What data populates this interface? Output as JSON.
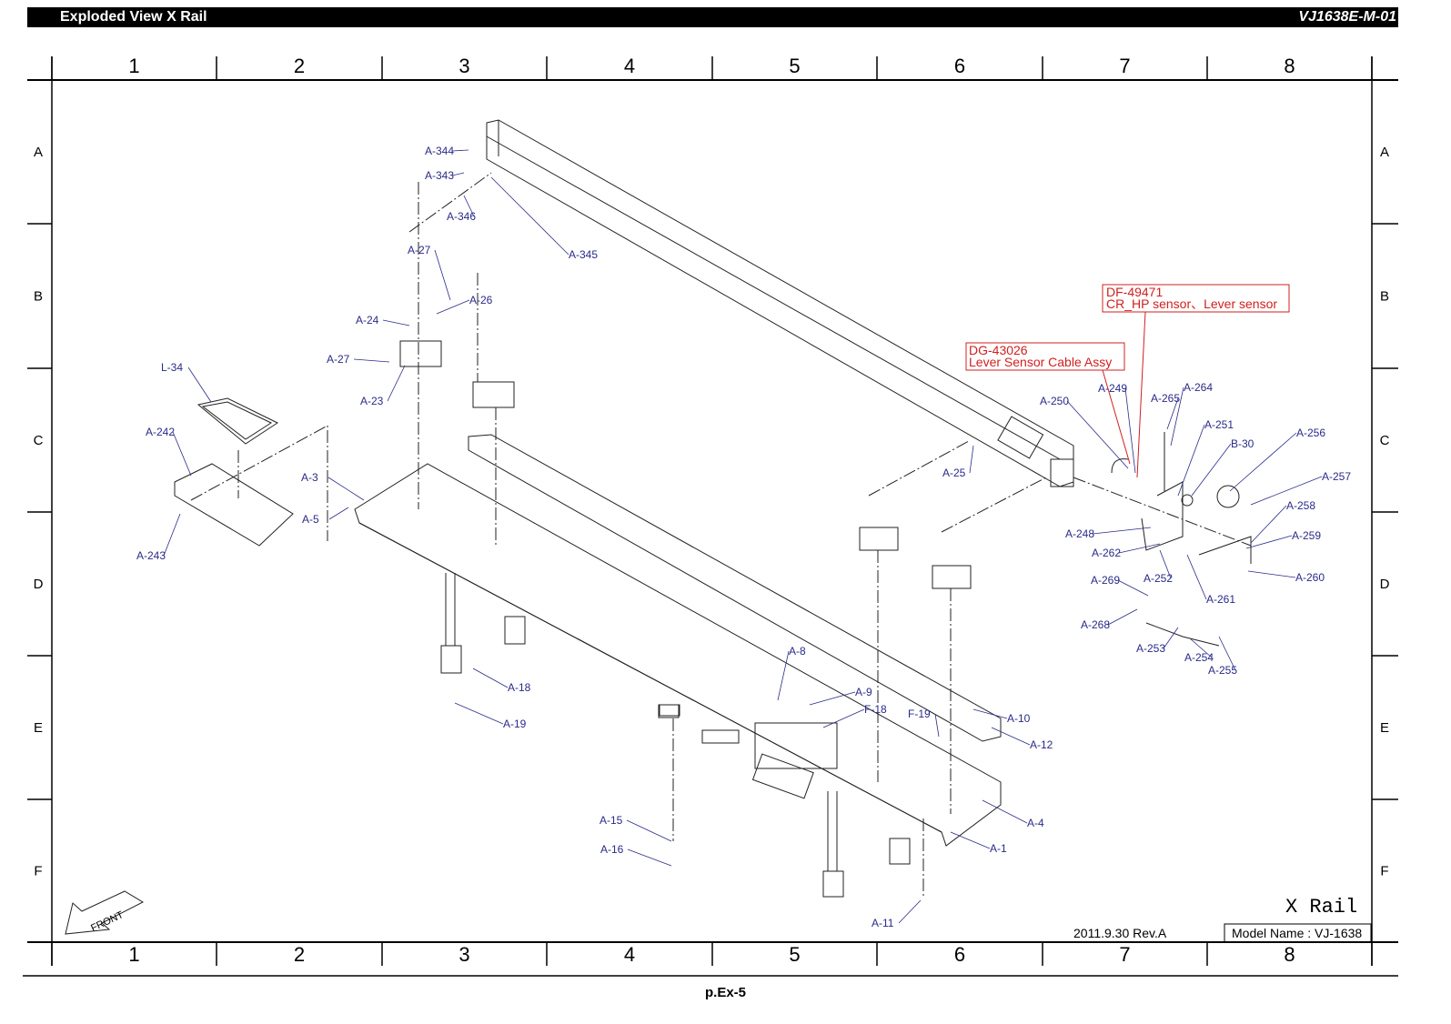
{
  "header": {
    "title": "Exploded View X Rail",
    "code": "VJ1638E-M-01"
  },
  "columns": [
    "1",
    "2",
    "3",
    "4",
    "5",
    "6",
    "7",
    "8"
  ],
  "rows": [
    "A",
    "B",
    "C",
    "D",
    "E",
    "F"
  ],
  "callouts": {
    "df": {
      "code": "DF-49471",
      "desc": "CR_HP sensor、Lever sensor"
    },
    "dg": {
      "code": "DG-43026",
      "desc": "Lever Sensor Cable Assy"
    }
  },
  "labels": [
    "A-344",
    "A-343",
    "A-346",
    "A-345",
    "A-27",
    "A-26",
    "A-24",
    "A-27",
    "A-23",
    "L-34",
    "A-242",
    "A-3",
    "A-5",
    "A-243",
    "A-18",
    "A-19",
    "A-8",
    "A-9",
    "F-18",
    "F-19",
    "A-10",
    "A-12",
    "A-4",
    "A-1",
    "A-15",
    "A-16",
    "A-11",
    "A-25",
    "A-250",
    "A-249",
    "A-265",
    "A-264",
    "A-251",
    "B-30",
    "A-256",
    "A-257",
    "A-258",
    "A-248",
    "A-259",
    "A-262",
    "A-252",
    "A-269",
    "A-260",
    "A-261",
    "A-268",
    "A-253",
    "A-254",
    "A-255"
  ],
  "title_block": {
    "name": "X Rail",
    "revision": "2011.9.30 Rev.A",
    "model": "Model Name : VJ-1638"
  },
  "front_label": "FRONT",
  "page": "p.Ex-5"
}
